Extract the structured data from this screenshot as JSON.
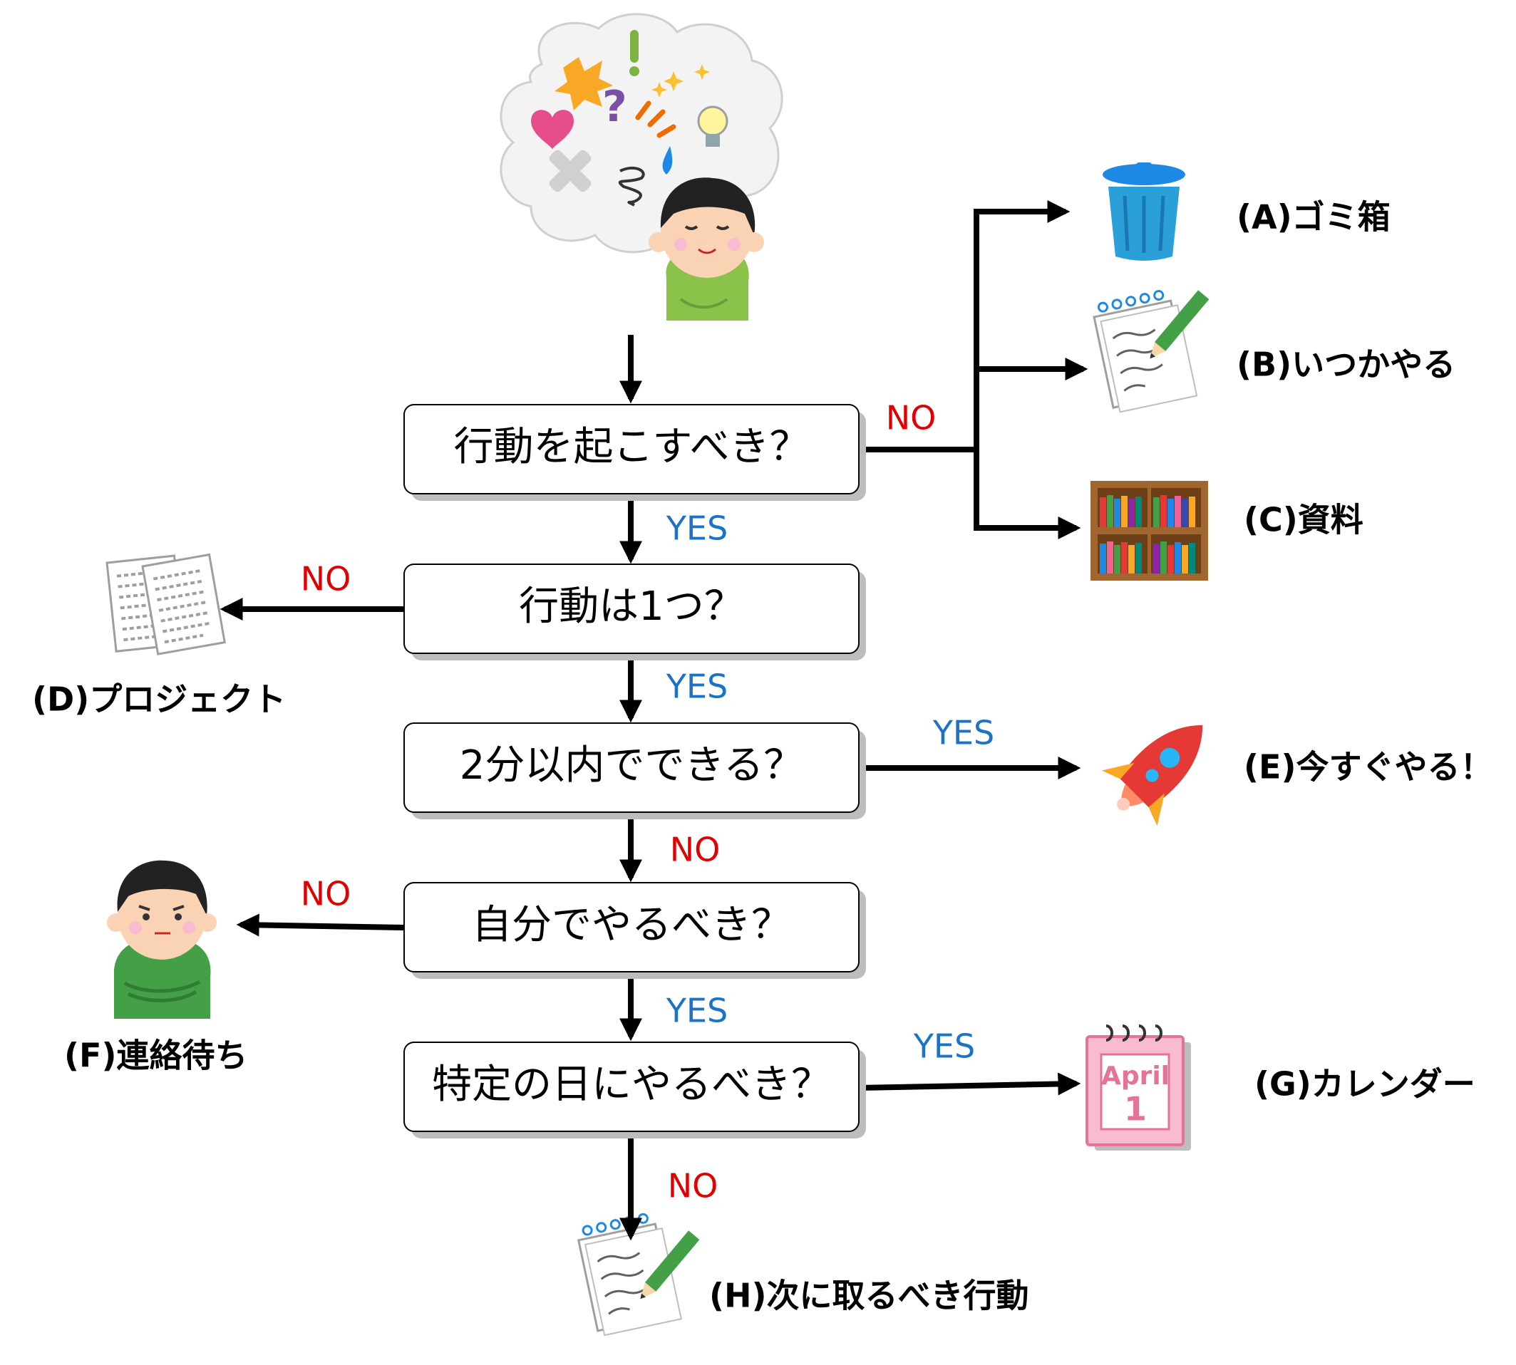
{
  "questions": {
    "q1": "行動を起こすべき？",
    "q2": "行動は1つ？",
    "q3": "2分以内でできる？",
    "q4": "自分でやるべき？",
    "q5": "特定の日にやるべき？"
  },
  "branch_labels": {
    "q1_no": "NO",
    "q1_yes": "YES",
    "q2_no": "NO",
    "q2_yes": "YES",
    "q3_yes": "YES",
    "q3_no": "NO",
    "q4_no": "NO",
    "q4_yes": "YES",
    "q5_yes": "YES",
    "q5_no": "NO"
  },
  "outcomes": {
    "a": "(A)ゴミ箱",
    "b": "(B)いつかやる",
    "c": "(C)資料",
    "d": "(D)プロジェクト",
    "e": "(E)今すぐやる！",
    "f": "(F)連絡待ち",
    "g": "(G)カレンダー",
    "h": "(H)次に取るべき行動"
  },
  "calendar": {
    "month": "April",
    "day": "1"
  },
  "colors": {
    "yes": "#1a73c7",
    "no": "#e10000",
    "trash": "#2a9fd8",
    "shirt": "#8bc34a",
    "rocket": "#e53935"
  },
  "icons": [
    "thought-bubble-icon",
    "thinking-person-icon",
    "trash-can-icon",
    "notepad-pencil-icon",
    "bookshelf-icon",
    "documents-icon",
    "rocket-icon",
    "waiting-person-icon",
    "calendar-icon"
  ]
}
